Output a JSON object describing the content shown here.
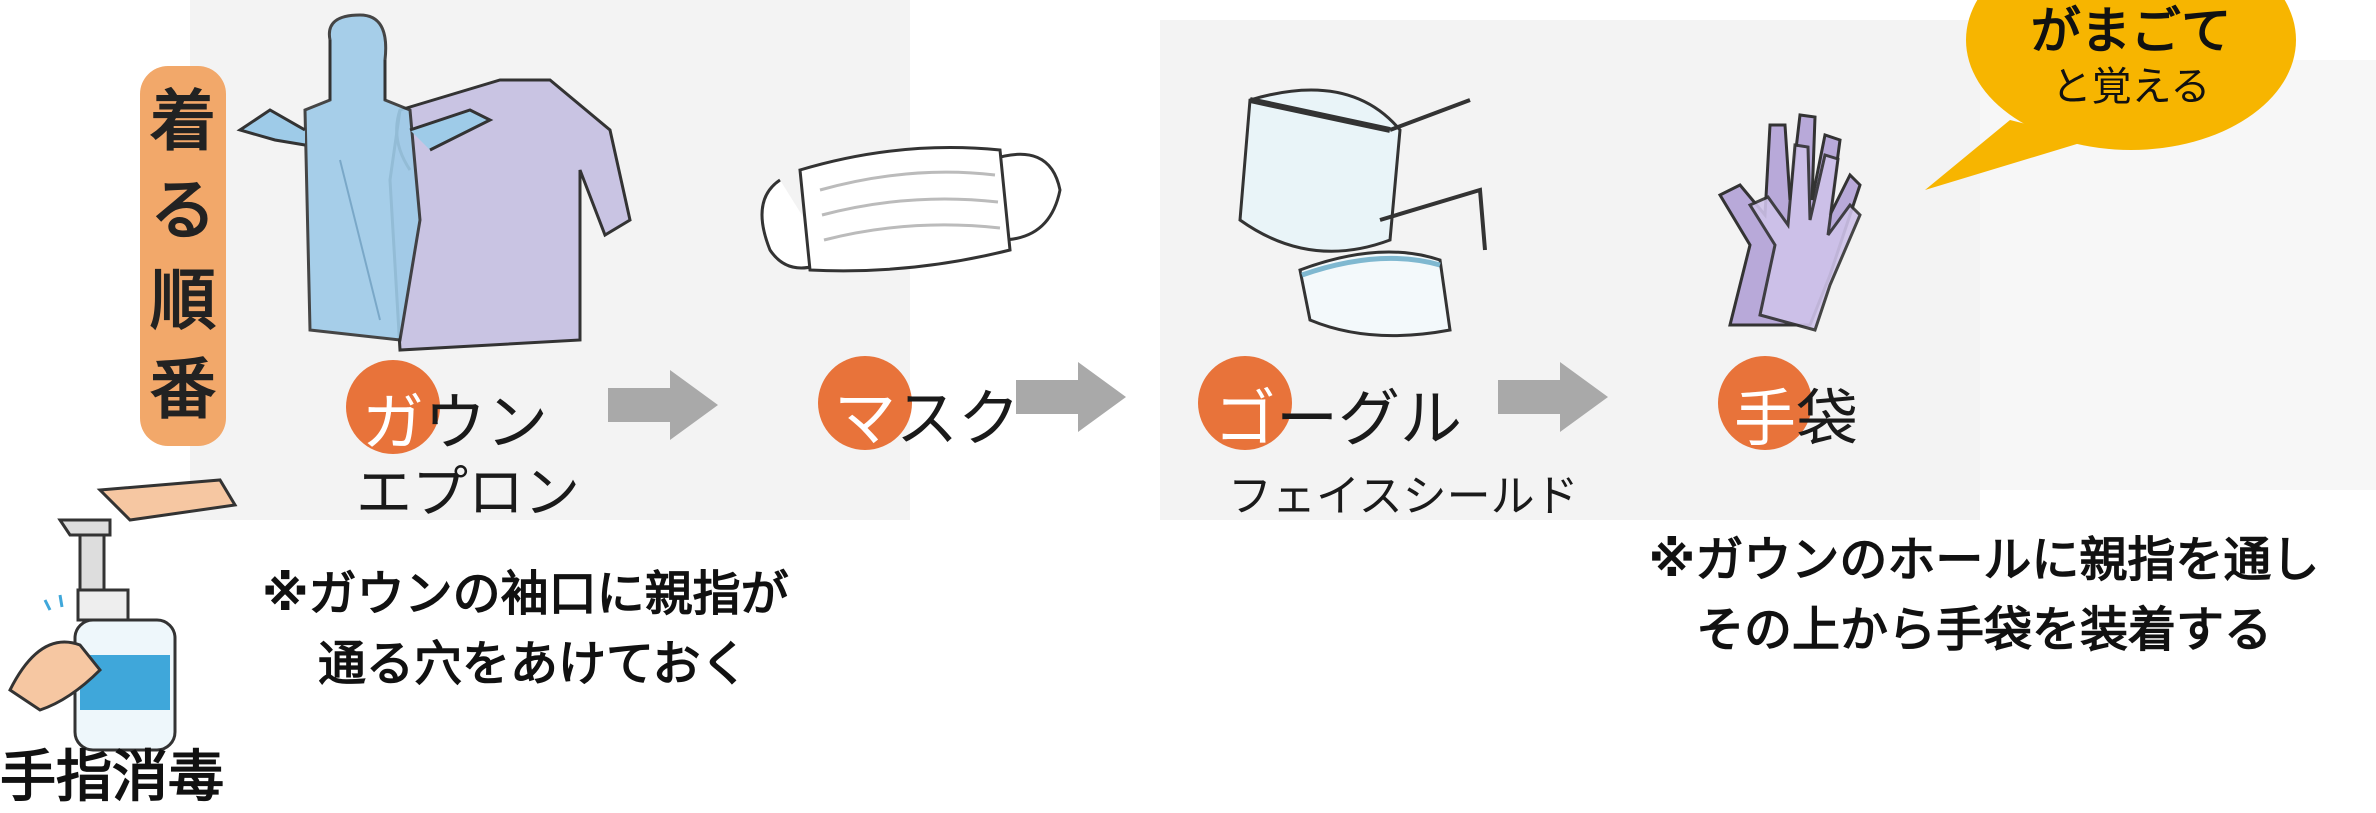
{
  "title": {
    "chars": [
      "着",
      "る",
      "順",
      "番"
    ]
  },
  "bubble": {
    "line1": "がまごて",
    "line2": "と覚える"
  },
  "steps": [
    {
      "initial": "ガ",
      "rest": "ウン",
      "line2": "エプロン"
    },
    {
      "initial": "マ",
      "rest": "スク",
      "line2": ""
    },
    {
      "initial": "ゴ",
      "rest": "ーグル",
      "line2": "フェイスシールド"
    },
    {
      "initial": "手",
      "rest": "袋",
      "line2": ""
    }
  ],
  "notes": {
    "left": [
      "※ガウンの袖口に親指が",
      "通る穴をあけておく"
    ],
    "right": [
      "※ガウンのホールに親指を通し",
      "その上から手袋を装着する"
    ]
  },
  "hand_wash": {
    "label": "手指消毒"
  },
  "colors": {
    "accent_circle": "#e8733a",
    "title_bar": "#f2a86a",
    "bubble": "#f7b500",
    "arrow": "#a9a9a9"
  }
}
